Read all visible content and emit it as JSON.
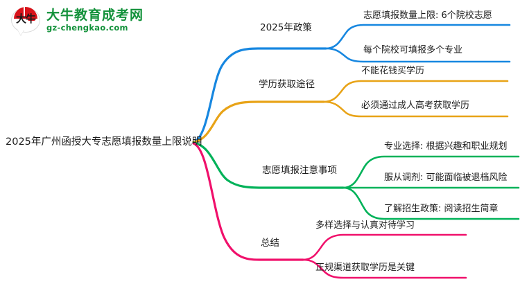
{
  "logo": {
    "mark_text": "大牛",
    "title": "大牛教育成考网",
    "url": "gz-chengkao.com",
    "brand_green": "#12913a",
    "brand_red": "#d8121a"
  },
  "mindmap": {
    "root": {
      "label": "2025年广州函授大专志愿填报数量上限说明"
    },
    "branches": [
      {
        "label": "2025年政策",
        "color": "#1787e0",
        "children": [
          {
            "label": "志愿填报数量上限: 6个院校志愿"
          },
          {
            "label": "每个院校可填报多个专业"
          }
        ]
      },
      {
        "label": "学历获取途径",
        "color": "#e8a317",
        "children": [
          {
            "label": "不能花钱买学历"
          },
          {
            "label": "必须通过成人高考获取学历"
          }
        ]
      },
      {
        "label": "志愿填报注意事项",
        "color": "#00b259",
        "children": [
          {
            "label": "专业选择: 根据兴趣和职业规划"
          },
          {
            "label": "服从调剂: 可能面临被退档风险"
          },
          {
            "label": "了解招生政策: 阅读招生简章"
          }
        ]
      },
      {
        "label": "总结",
        "color": "#f0106b",
        "children": [
          {
            "label": "多样选择与认真对待学习"
          },
          {
            "label": "正规渠道获取学历是关键"
          }
        ]
      }
    ]
  }
}
